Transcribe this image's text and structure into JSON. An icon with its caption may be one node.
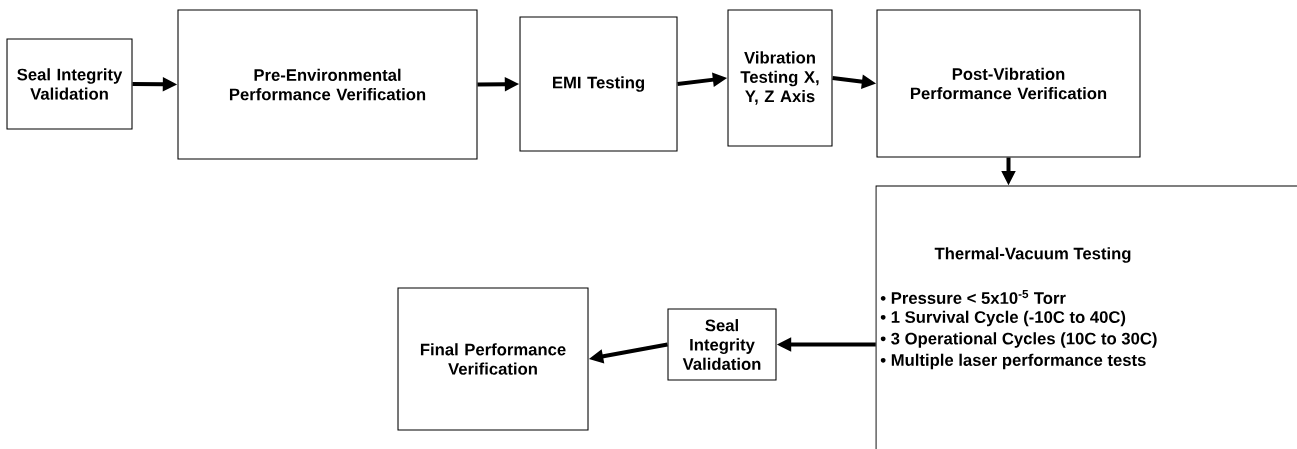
{
  "diagram": {
    "nodes": [
      {
        "text": [
          "Seal Integrity Validation"
        ]
      },
      {
        "text": [
          "Pre-Environmental Performance Verification"
        ]
      },
      {
        "text": [
          "EMI Testing"
        ]
      },
      {
        "text": [
          "Vibration Testing X, Y, Z Axis"
        ]
      },
      {
        "text": [
          "Post-Vibration Performance Verification"
        ]
      },
      {
        "text": [
          "Thermal-Vacuum Testing",
          "• Pressure < 5x10$^{-5}$ Torr",
          "• 1 Survival Cycle (-10C to 40C)",
          "• 3 Operational Cycles (10C to 30C)",
          "• Multiple laser performance tests"
        ]
      },
      {
        "text": [
          "Seal Integrity Validation"
        ]
      },
      {
        "text": [
          "Final Performance Verification"
        ]
      }
    ],
    "edges": [
      {
        "from": 0,
        "to": 1,
        "arrow": "to"
      },
      {
        "from": 1,
        "to": 2,
        "arrow": "to"
      },
      {
        "from": 2,
        "to": 3,
        "arrow": "to"
      },
      {
        "from": 3,
        "to": 4,
        "arrow": "to"
      },
      {
        "from": 4,
        "to": 5,
        "arrow": "to"
      },
      {
        "from": 5,
        "to": 6,
        "arrow": "to"
      },
      {
        "from": 6,
        "to": 7,
        "arrow": "to"
      }
    ]
  }
}
